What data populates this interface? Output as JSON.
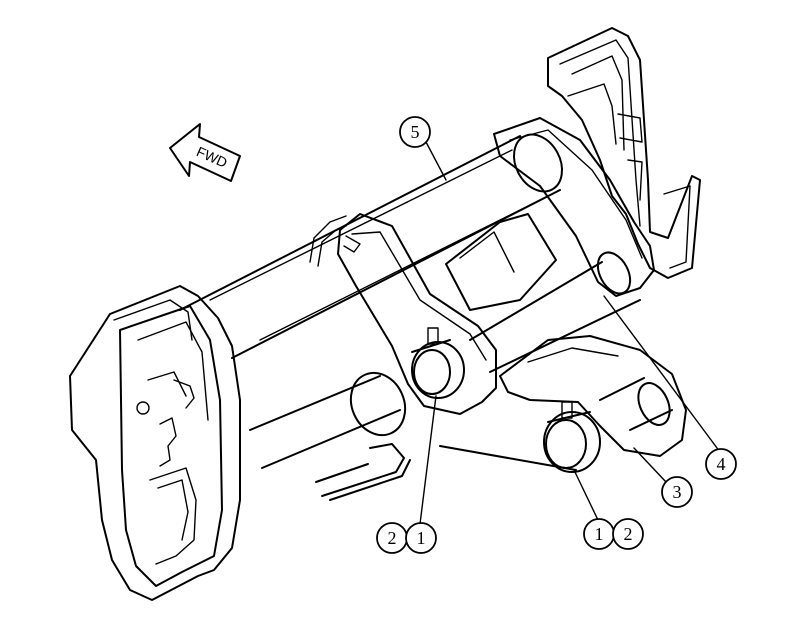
{
  "figure": {
    "direction_label": "FWD",
    "callouts": {
      "c5": "5",
      "c4": "4",
      "c3": "3",
      "c2_left": "2",
      "c1_left": "1",
      "c1_right": "1",
      "c2_right": "2"
    }
  }
}
